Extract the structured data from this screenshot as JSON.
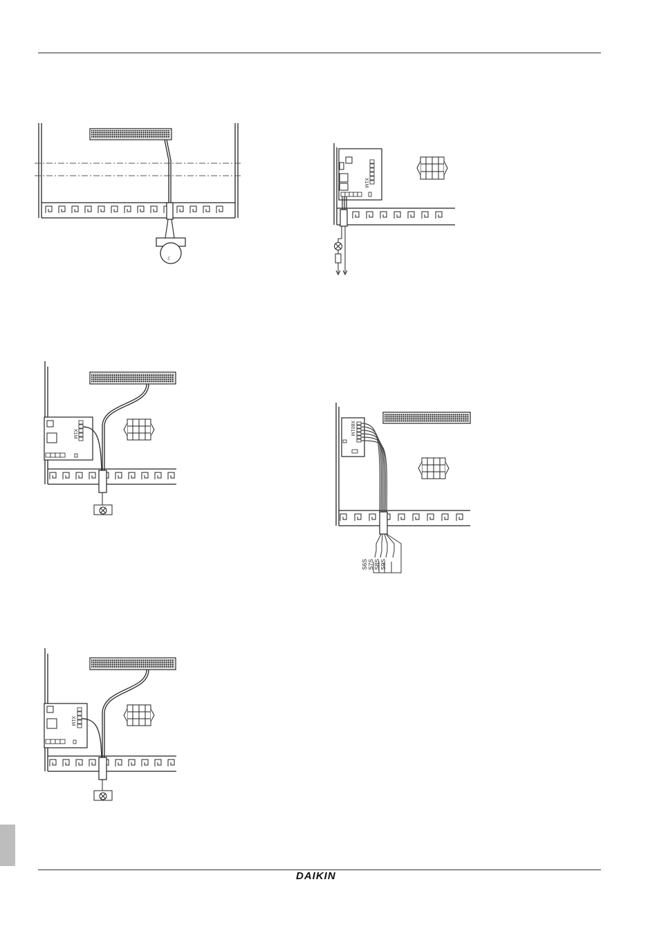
{
  "footer": {
    "brand": "DAIKIN"
  },
  "figures": {
    "fig_top_right": {
      "board_label": "X1M"
    },
    "fig_mid_left": {
      "board_label": "X1M"
    },
    "fig_mid_right": {
      "board_label": "X801M",
      "switch_labels": [
        "S6S",
        "S7S",
        "S8S",
        "S9S"
      ]
    },
    "fig_bottom_left": {
      "board_label": "X1M"
    }
  }
}
